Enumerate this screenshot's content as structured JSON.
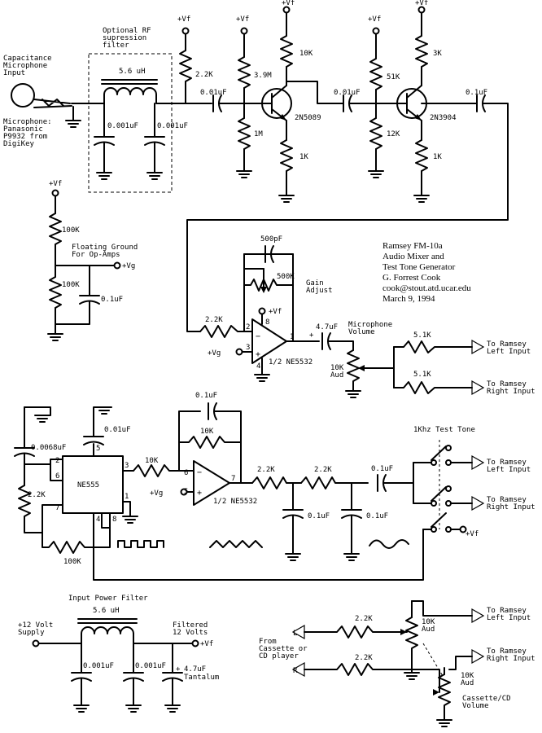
{
  "labels": {
    "vf": "+Vf",
    "vg": "+Vg",
    "mic_input": [
      "Capacitance",
      "Microphone",
      "Input"
    ],
    "mic_source": [
      "Microphone:",
      "Panasonic",
      "P9932 from",
      "DigiKey"
    ],
    "rf_filter": [
      "Optional RF",
      "supression",
      "filter"
    ],
    "floating_ground": [
      "Floating Ground",
      "For Op-Amps"
    ],
    "title_block": [
      "Ramsey FM-10a",
      "Audio Mixer and",
      "Test Tone Generator",
      "G. Forrest Cook",
      "cook@stout.atd.ucar.edu",
      "March 9, 1994"
    ],
    "gain_adjust": [
      "Gain",
      "Adjust"
    ],
    "mic_volume": [
      "Microphone",
      "Volume"
    ],
    "aud": "Aud",
    "to_left": [
      "To Ramsey",
      "Left Input"
    ],
    "to_right": [
      "To Ramsey",
      "Right Input"
    ],
    "test_tone": "1Khz Test Tone",
    "input_power_filter": "Input Power Filter",
    "supply": [
      "+12 Volt",
      "Supply"
    ],
    "filtered": [
      "Filtered",
      "12 Volts"
    ],
    "tantalum": "Tantalum",
    "cassette_src": [
      "From",
      "Cassette or",
      "CD player"
    ],
    "cassette_vol": [
      "Cassette/CD",
      "Volume"
    ],
    "l": "L",
    "r": "R",
    "ne555": "NE555",
    "opamp": "1/2 NE5532",
    "plus": "+",
    "pin1": "1",
    "pin2": "2",
    "pin3": "3",
    "pin4": "4",
    "pin5": "5",
    "pin6": "6",
    "pin7": "7",
    "pin8": "8"
  },
  "values": {
    "ind": "5.6 uH",
    "c001": "0.001uF",
    "r22k": "2.2K",
    "r39m": "3.9M",
    "r1m": "1M",
    "r10k": "10K",
    "r1k": "1K",
    "c01": "0.01uF",
    "tr1": "2N5089",
    "r51k": "51K",
    "r12k": "12K",
    "r3k": "3K",
    "tr2": "2N3904",
    "c1": "0.1uF",
    "r100k": "100K",
    "c500p": "500pF",
    "r500k": "500K",
    "c47": "4.7uF",
    "r5k1": "5.1K",
    "c0068": "0.0068uF"
  }
}
